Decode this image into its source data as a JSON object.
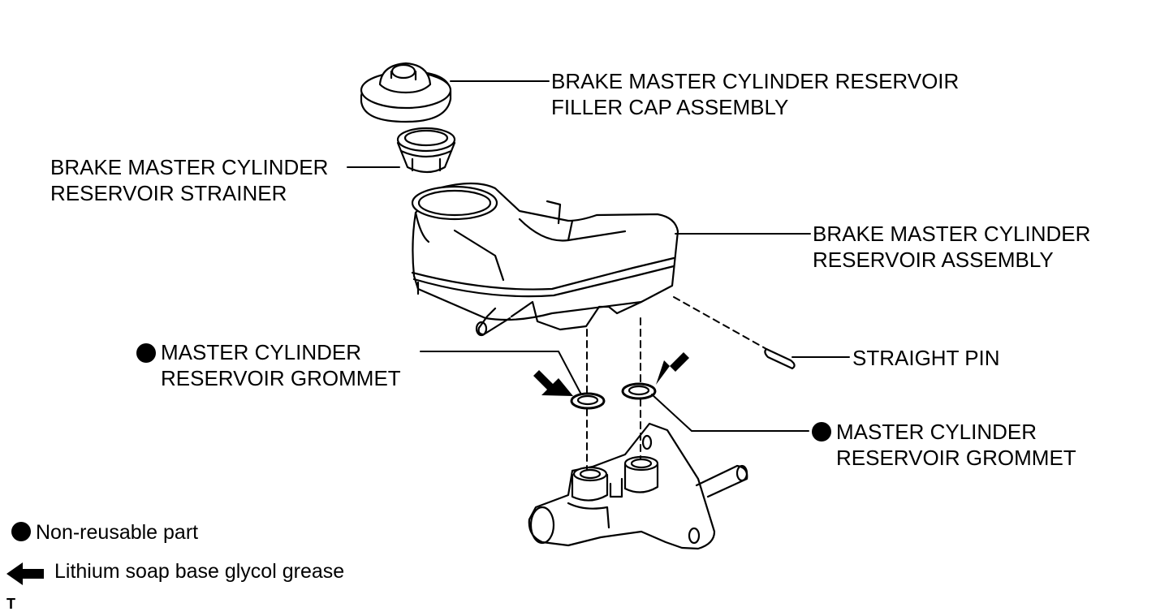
{
  "labels": {
    "filler_cap": [
      "BRAKE MASTER CYLINDER RESERVOIR",
      "FILLER CAP ASSEMBLY"
    ],
    "strainer": [
      "BRAKE MASTER CYLINDER",
      "RESERVOIR STRAINER"
    ],
    "reservoir_assembly": [
      "BRAKE MASTER CYLINDER",
      "RESERVOIR ASSEMBLY"
    ],
    "grommet_left": [
      "MASTER CYLINDER",
      "RESERVOIR GROMMET"
    ],
    "straight_pin": "STRAIGHT PIN",
    "grommet_right": [
      "MASTER CYLINDER",
      "RESERVOIR GROMMET"
    ]
  },
  "legend": {
    "non_reusable": "Non-reusable part",
    "grease": "Lithium soap base glycol grease",
    "corner_mark": "T"
  },
  "colors": {
    "ink": "#000000",
    "paper": "#ffffff"
  }
}
